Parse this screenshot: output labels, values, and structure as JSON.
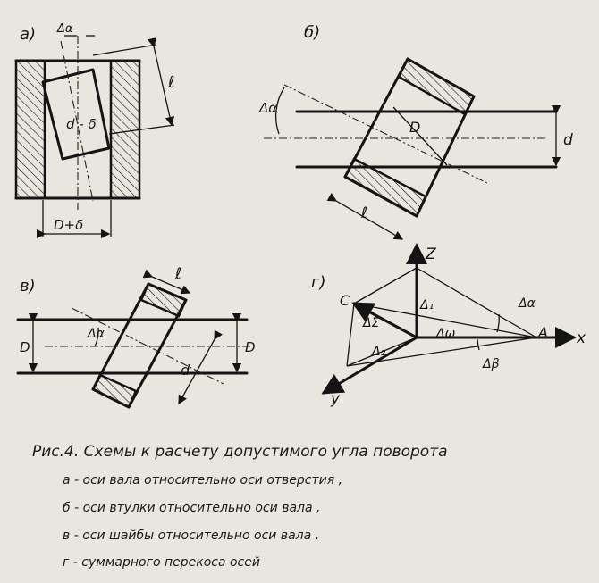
{
  "panels": {
    "a": {
      "letter": "а)",
      "labels": {
        "delta_alpha": "Δα",
        "l": "ℓ",
        "d_minus_delta": "d - δ",
        "D_plus_delta": "D+δ"
      }
    },
    "b": {
      "letter": "б)",
      "labels": {
        "delta_alpha": "Δα",
        "D": "D",
        "d": "d",
        "l": "ℓ"
      }
    },
    "v": {
      "letter": "в)",
      "labels": {
        "D_left": "D",
        "D_right": "D",
        "delta_alpha": "Δα",
        "l": "ℓ",
        "d": "d"
      }
    },
    "g": {
      "letter": "г)",
      "labels": {
        "z": "Z",
        "x": "x",
        "y": "y",
        "C": "C",
        "A": "A",
        "delta_1": "Δ₁",
        "delta_sum": "ΔΣ",
        "delta_2": "Δ₂",
        "delta_omega": "Δω",
        "delta_alpha": "Δα",
        "delta_beta": "Δβ"
      }
    }
  },
  "caption": {
    "title": "Рис.4.  Схемы к расчету допустимого угла поворота",
    "lines": [
      "а - оси вала  относительно  оси  отверстия ,",
      "б - оси  втулки  относительно  оси  вала ,",
      "в - оси  шайбы  относительно  оси  вала ,",
      "г -  суммарного  перекоса  осей"
    ]
  }
}
